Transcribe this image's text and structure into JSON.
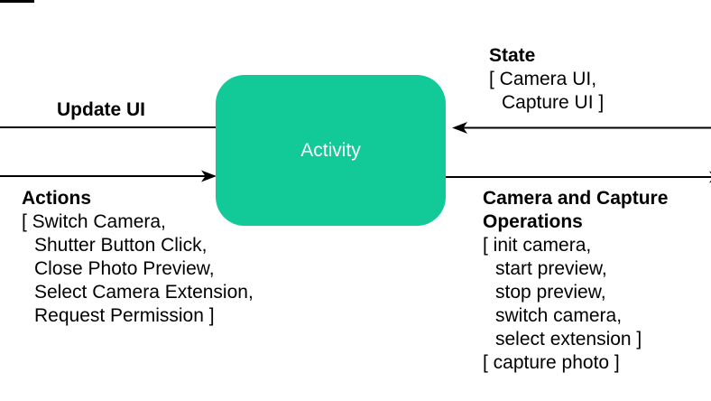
{
  "colors": {
    "accent": "#12C998",
    "line": "#000000",
    "activity_text": "#FFFFFF",
    "label_text": "#000000",
    "background": "#FFFFFF"
  },
  "activity": {
    "label": "Activity"
  },
  "update_ui": {
    "label": "Update UI",
    "direction": "left"
  },
  "actions": {
    "label": "Actions",
    "direction": "right",
    "items": [
      {
        "text": "[ Switch Camera,",
        "indent": false
      },
      {
        "text": "Shutter Button Click,",
        "indent": true
      },
      {
        "text": "Close Photo Preview,",
        "indent": true
      },
      {
        "text": "Select Camera Extension,",
        "indent": true
      },
      {
        "text": "Request Permission ]",
        "indent": true
      }
    ]
  },
  "state": {
    "label": "State",
    "direction": "left",
    "items": [
      {
        "text": "[ Camera UI,",
        "indent": false
      },
      {
        "text": "Capture UI ]",
        "indent": true
      }
    ]
  },
  "camera_ops": {
    "label": "Camera and Capture Operations",
    "direction": "right",
    "items": [
      {
        "text": "[ init camera,",
        "indent": false
      },
      {
        "text": "start preview,",
        "indent": true
      },
      {
        "text": "stop preview,",
        "indent": true
      },
      {
        "text": "switch camera,",
        "indent": true
      },
      {
        "text": "select extension ]",
        "indent": true
      },
      {
        "text": "[ capture photo ]",
        "indent": false
      }
    ]
  }
}
